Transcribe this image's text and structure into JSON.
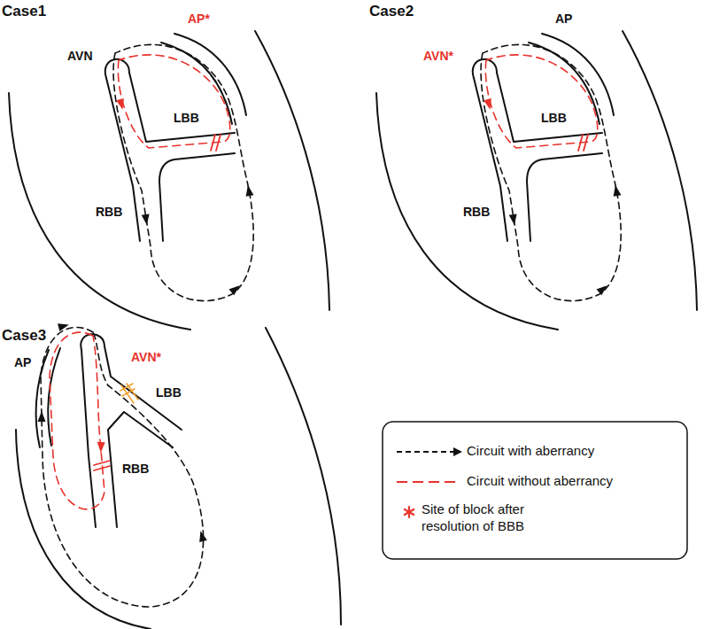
{
  "diagram": {
    "labels": [
      "Case1",
      "AP*",
      "AVN",
      "LBB",
      "RBB",
      "Case2",
      "AP",
      "AVN*",
      "LBB",
      "RBB",
      "Case3",
      "AP",
      "AVN*",
      "LBB",
      "RBB"
    ],
    "legend": [
      {
        "text": "Circuit with aberrancy"
      },
      {
        "text": "Circuit without aberrancy"
      },
      {
        "text": "Site of block after resolution of BBB"
      }
    ]
  }
}
